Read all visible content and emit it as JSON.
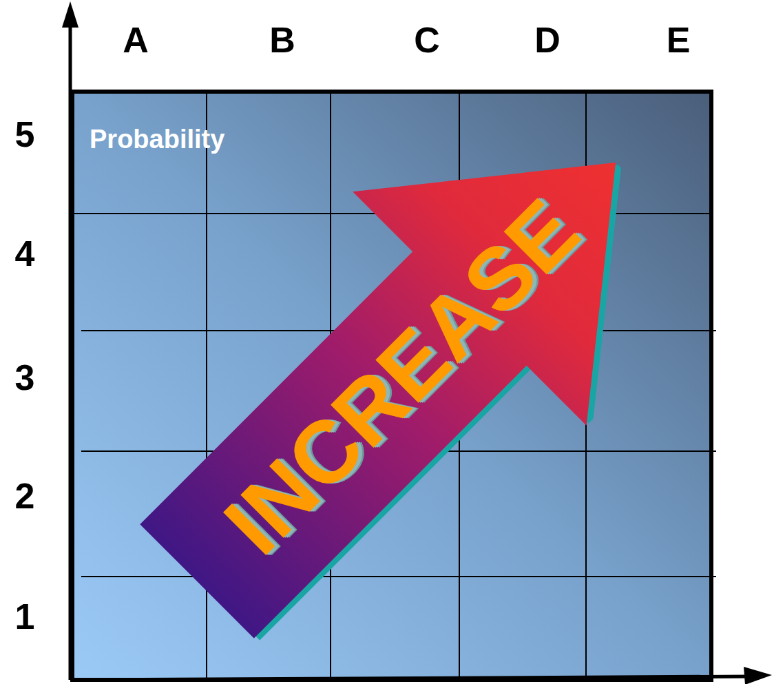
{
  "diagram": {
    "nodes": [
      {
        "text": [
          "INCREASE"
        ]
      }
    ],
    "labels": [
      "A",
      "B",
      "C",
      "D",
      "E",
      "5",
      "4",
      "3",
      "2",
      "1",
      "Probability"
    ]
  }
}
